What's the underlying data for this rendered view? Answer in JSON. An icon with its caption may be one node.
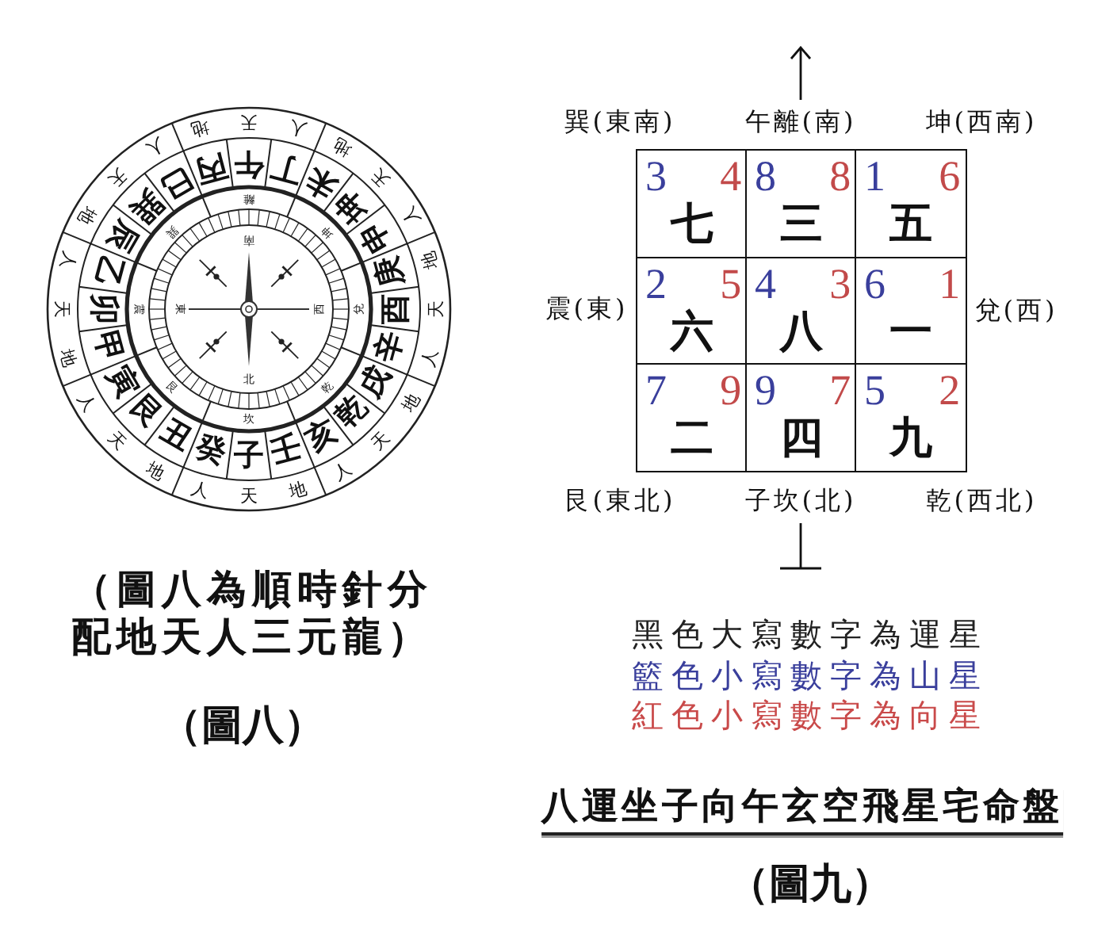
{
  "diagram": {
    "nodes": [
      {
        "text": [
          "3",
          "4",
          "七"
        ],
        "beside": [
          "巽(東南)"
        ]
      },
      {
        "text": [
          "8",
          "8",
          "三"
        ],
        "beside": [
          "午離(南)"
        ]
      },
      {
        "text": [
          "1",
          "6",
          "五"
        ],
        "beside": [
          "坤(西南)"
        ]
      },
      {
        "text": [
          "2",
          "5",
          "六"
        ],
        "beside": [
          "震(東)"
        ]
      },
      {
        "text": [
          "4",
          "3",
          "八"
        ]
      },
      {
        "text": [
          "6",
          "1",
          "一"
        ],
        "beside": [
          "兌(西)"
        ]
      },
      {
        "text": [
          "7",
          "9",
          "二"
        ],
        "beside": [
          "艮(東北)"
        ]
      },
      {
        "text": [
          "9",
          "7",
          "四"
        ],
        "beside": [
          "子坎(北)"
        ]
      },
      {
        "text": [
          "5",
          "2",
          "九"
        ],
        "beside": [
          "乾(西北)"
        ]
      }
    ],
    "labels": [
      "天",
      "人",
      "地",
      "天",
      "人",
      "地",
      "天",
      "人",
      "地",
      "天",
      "人",
      "地",
      "天",
      "人",
      "地",
      "天",
      "人",
      "地",
      "天",
      "人",
      "地",
      "天",
      "人",
      "地",
      "午",
      "丁",
      "未",
      "坤",
      "申",
      "庚",
      "酉",
      "辛",
      "戌",
      "乾",
      "亥",
      "壬",
      "子",
      "癸",
      "丑",
      "艮",
      "寅",
      "甲",
      "卯",
      "乙",
      "辰",
      "巽",
      "巳",
      "丙",
      "離",
      "坤",
      "兌",
      "乾",
      "坎",
      "艮",
      "震",
      "巽",
      "南",
      "西",
      "北",
      "東",
      "（圖八為順時針分配地天人三元龍）",
      "（圖八）",
      "黑色大寫數字為運星",
      "籃色小寫數字為山星",
      "紅色小寫數字為向星",
      "八運坐子向午玄空飛星宅命盤",
      "（圖九）"
    ]
  }
}
